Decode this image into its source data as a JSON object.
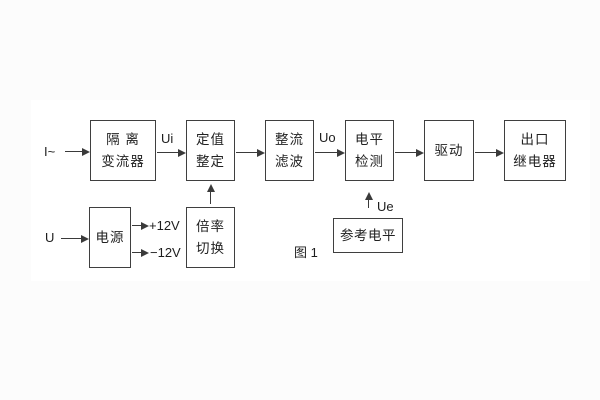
{
  "figure_caption": "图 1",
  "blocks": {
    "isolation": {
      "l1": "隔 离",
      "l2": "变流器"
    },
    "setting": {
      "l1": "定值",
      "l2": "整定"
    },
    "rectify": {
      "l1": "整流",
      "l2": "滤波"
    },
    "level": {
      "l1": "电平",
      "l2": "检测"
    },
    "drive": {
      "l1": "驱动"
    },
    "relay": {
      "l1": "出口",
      "l2": "继电器"
    },
    "power": {
      "l1": "电源"
    },
    "ratio": {
      "l1": "倍率",
      "l2": "切换"
    },
    "reference": {
      "l1": "参考电平"
    }
  },
  "signals": {
    "input_current": "I~",
    "input_voltage": "U",
    "ui": "Ui",
    "uo": "Uo",
    "ue": "Ue",
    "rail_pos": "+12V",
    "rail_neg": "−12V"
  },
  "colors": {
    "line": "#3a3a3a",
    "border": "#3f3f3f",
    "text": "#222222",
    "panel": "#ffffff",
    "page": "#fcfcfc"
  }
}
